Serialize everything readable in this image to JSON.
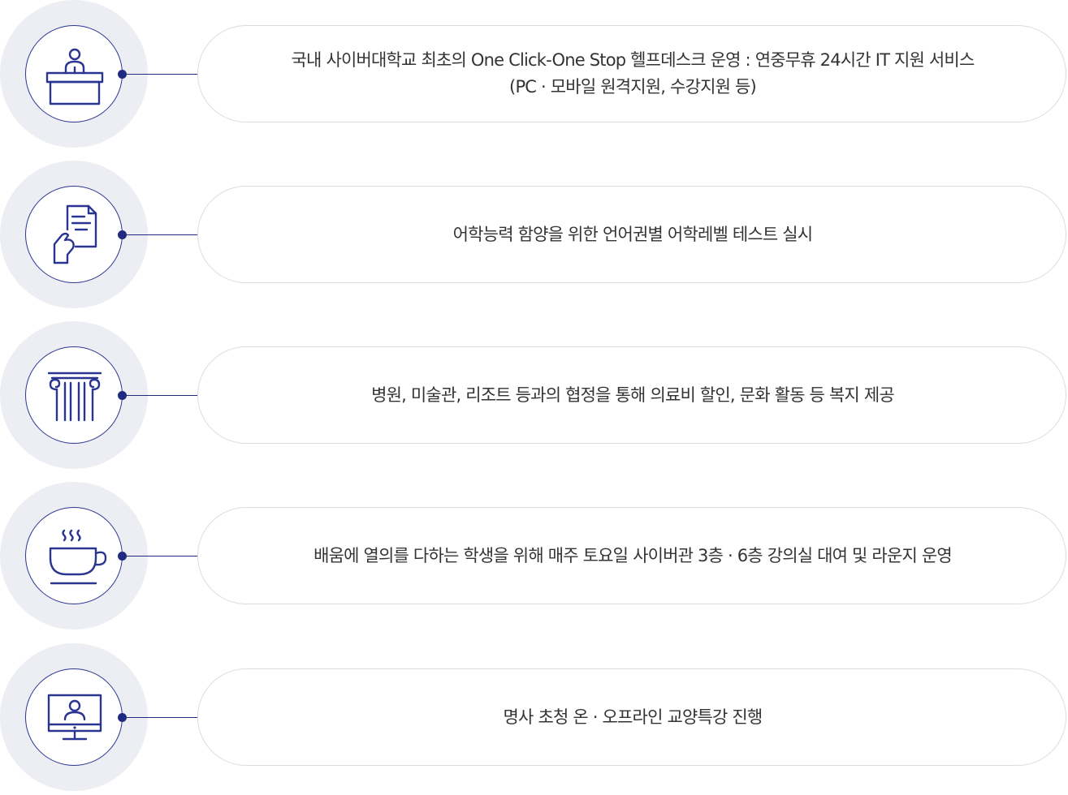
{
  "colors": {
    "accent": "#1f2a80",
    "halo": "#eceef3",
    "pill_border": "#d9dce4",
    "text": "#333333"
  },
  "items": [
    {
      "icon": "help-desk-icon",
      "lines": [
        "국내 사이버대학교 최초의 One Click-One Stop 헬프데스크 운영 : 연중무휴 24시간 IT 지원 서비스",
        "(PC · 모바일 원격지원, 수강지원 등)"
      ]
    },
    {
      "icon": "test-document-icon",
      "lines": [
        "어학능력 함양을 위한 언어권별 어학레벨 테스트 실시"
      ]
    },
    {
      "icon": "pillar-icon",
      "lines": [
        "병원, 미술관, 리조트 등과의 협정을 통해 의료비 할인, 문화 활동 등 복지 제공"
      ]
    },
    {
      "icon": "coffee-cup-icon",
      "lines": [
        "배움에 열의를 다하는 학생을 위해 매주 토요일 사이버관 3층 · 6층 강의실 대여 및 라운지 운영"
      ]
    },
    {
      "icon": "online-lecture-icon",
      "lines": [
        "명사 초청 온 · 오프라인 교양특강 진행"
      ]
    }
  ]
}
